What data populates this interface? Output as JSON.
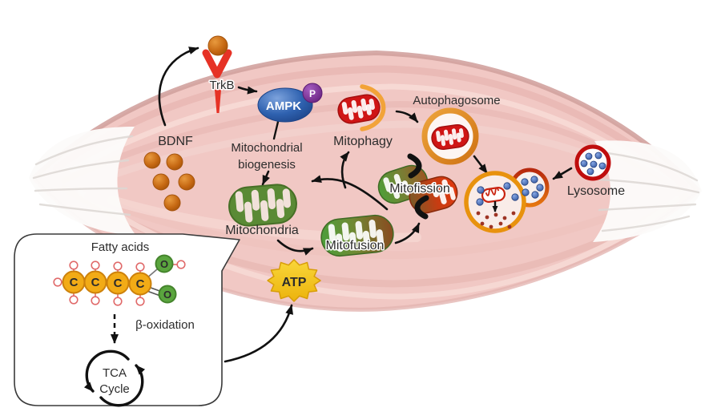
{
  "labels": {
    "bdnf": "BDNF",
    "trkb": "TrkB",
    "ampk": "AMPK",
    "phospho": "P",
    "biogenesis_line1": "Mitochondrial",
    "biogenesis_line2": "biogenesis",
    "mitochondria": "Mitochondria",
    "mitophagy": "Mitophagy",
    "autophagosome": "Autophagosome",
    "mitofission": "Mitofission",
    "mitofusion": "Mitofusion",
    "lysosome": "Lysosome",
    "atp": "ATP",
    "fatty_acids": "Fatty acids",
    "beta_oxidation": "β-oxidation",
    "tca_line1": "TCA",
    "tca_line2": "Cycle",
    "carbon": "C",
    "oxygen": "O"
  },
  "colors": {
    "muscle_pink": "#f1c8c4",
    "muscle_rim": "#d2a29e",
    "trkb_red": "#e63226",
    "ampk_blue": "#2e5ca8",
    "phospho_purple": "#7a2b8c",
    "bdnf_orange": "#c56712",
    "mitochondria_green": "#5a8a35",
    "damaged_mito_red": "#cf1515",
    "phagophore_orange": "#f2a338",
    "autophagosome_ring": "#dd8622",
    "autolysosome_ring": "#e8920e",
    "lysosome_ring": "#bf0d0d",
    "enzyme_dot_blue": "#4a72c4",
    "degraded_dot_red": "#9e3424",
    "atp_yellow": "#f2c318",
    "carbon_orange": "#f2ab16",
    "oxygen_green": "#5aa53e"
  }
}
